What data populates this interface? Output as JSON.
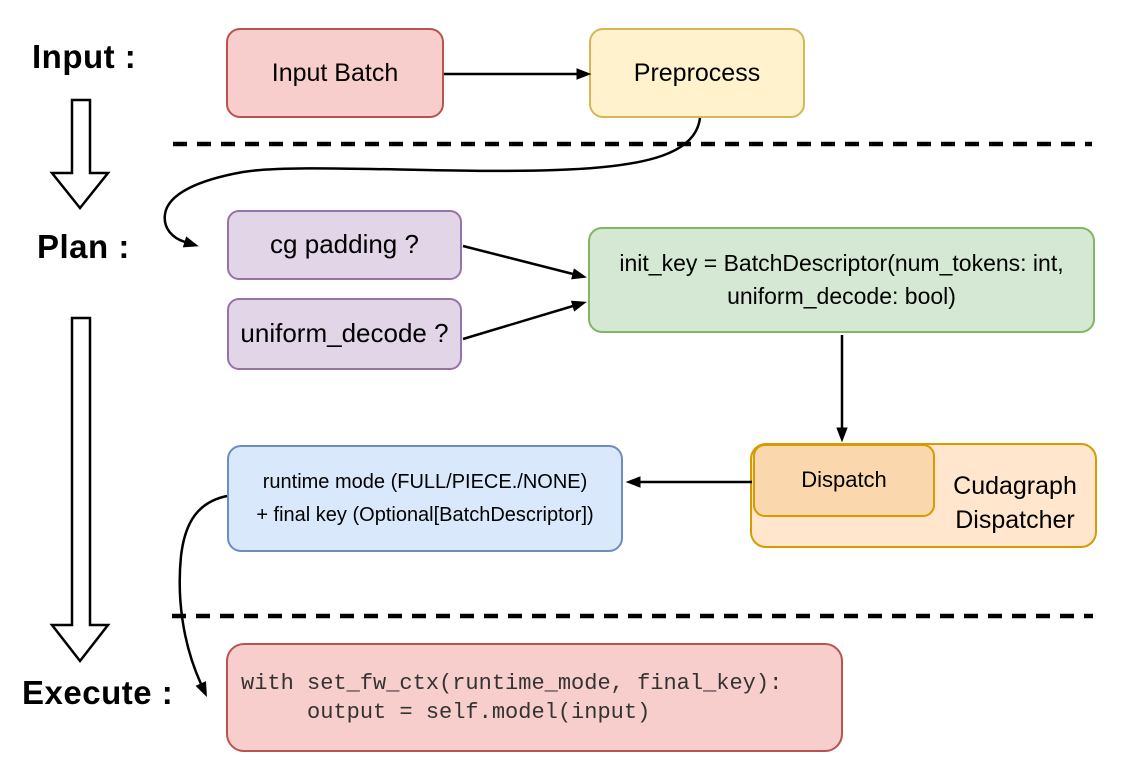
{
  "sections": {
    "input_label": "Input :",
    "plan_label": "Plan :",
    "execute_label": "Execute :"
  },
  "nodes": {
    "input_batch": {
      "label": "Input Batch",
      "fill": "#F8CECC",
      "stroke": "#B85450"
    },
    "preprocess": {
      "label": "Preprocess",
      "fill": "#FFF2CC",
      "stroke": "#D6B656"
    },
    "cg_padding": {
      "label": "cg padding ?",
      "fill": "#E1D5E7",
      "stroke": "#9673A6"
    },
    "uniform_decode": {
      "label": "uniform_decode ?",
      "fill": "#E1D5E7",
      "stroke": "#9673A6"
    },
    "init_key": {
      "line1": "init_key = BatchDescriptor(num_tokens: int,",
      "line2": "uniform_decode: bool)",
      "fill": "#D5E8D4",
      "stroke": "#82B366"
    },
    "dispatch": {
      "label": "Dispatch",
      "fill": "#FAD7AC",
      "stroke": "#D79B00"
    },
    "cudagraph_dispatcher": {
      "line1": "Cudagraph",
      "line2": "Dispatcher",
      "fill": "#FFE6CC",
      "stroke": "#D79B00"
    },
    "runtime_mode": {
      "line1": "runtime mode (FULL/PIECE./NONE)",
      "line2": "+ final key (Optional[BatchDescriptor])",
      "fill": "#DAE8FC",
      "stroke": "#6C8EBF"
    },
    "execute_code": {
      "line1": "with set_fw_ctx(runtime_mode, final_key):",
      "line2": "     output = self.model(input)",
      "fill": "#F8CECC",
      "stroke": "#B85450"
    }
  }
}
